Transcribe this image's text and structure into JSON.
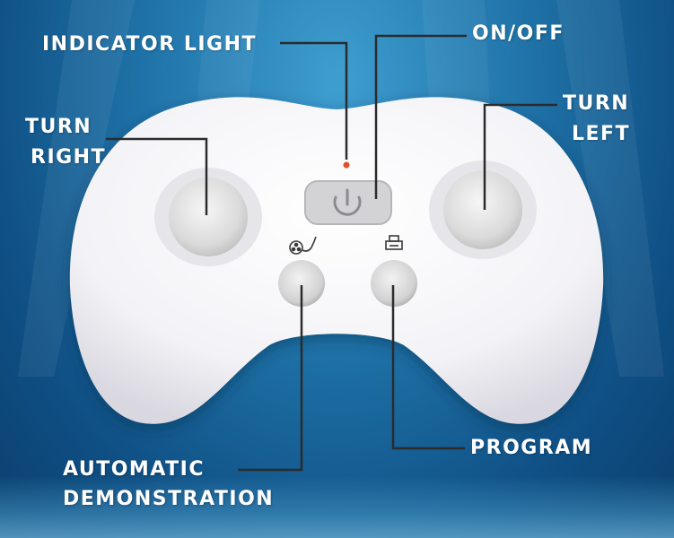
{
  "labels": {
    "indicator_light": "INDICATOR LIGHT",
    "on_off": "ON/OFF",
    "turn_right_1": "TURN",
    "turn_right_2": "RIGHT",
    "turn_left_1": "TURN",
    "turn_left_2": "LEFT",
    "program": "PROGRAM",
    "automatic_1": "AUTOMATIC",
    "automatic_2": "DEMONSTRATION"
  },
  "colors": {
    "background": "#1f73a8",
    "label_text": "#ffffff",
    "callout_line": "#2b2b2b",
    "controller_body": "#f4f3f7",
    "indicator_led": "#e0502a"
  },
  "icons": {
    "power_button": "power-icon",
    "automatic_button": "film-reel-icon",
    "program_button": "printer-icon"
  }
}
